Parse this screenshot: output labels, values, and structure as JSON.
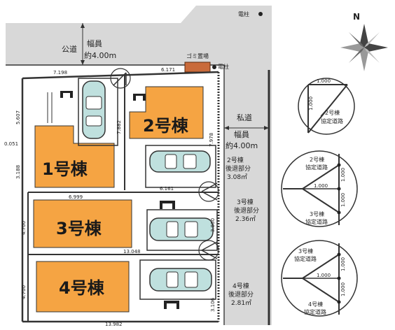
{
  "roads": {
    "public_road_label": "公道",
    "public_width_label": "幅員",
    "public_width_value": "約4.00m",
    "private_road_label": "私道",
    "private_width_label": "幅員",
    "private_width_value": "約4.00m",
    "utility_pole_label": "電柱",
    "garbage_station_label": "ゴミ置場"
  },
  "compass": {
    "north_label": "N"
  },
  "lots": [
    {
      "name": "1号棟"
    },
    {
      "name": "2号棟"
    },
    {
      "name": "3号棟"
    },
    {
      "name": "4号棟"
    }
  ],
  "setbacks": {
    "lot2_line1": "2号棟",
    "lot2_line2": "後退部分",
    "lot2_area": "3.08㎡",
    "lot3_line1": "3号棟",
    "lot3_line2": "後退部分",
    "lot3_area": "2.36㎡",
    "lot4_line1": "4号棟",
    "lot4_line2": "後退部分",
    "lot4_area": "2.81㎡"
  },
  "dimensions": {
    "top_left": "7.198",
    "top_right": "6.171",
    "left_upper": "5.607",
    "left_offset": "0.051",
    "left_lower": "3.188",
    "lot1_inner": "7.882",
    "lot2_side": "7.978",
    "lot1_bottom": "6.999",
    "lot2_bottom": "6.161",
    "lot3_left": "4.700",
    "lot3_bottom": "13.048",
    "lot3_right": "3.800",
    "lot4_left": "4.700",
    "lot4_bottom": "13.982",
    "lot4_right": "3.106"
  },
  "details": [
    {
      "dim_a": "1.000",
      "dim_b": "1.000",
      "label_1": "2号棟",
      "label_2": "協定道路"
    },
    {
      "top_1": "2号棟",
      "top_2": "協定道路",
      "dim_mid": "1.000",
      "dim_r1": "1.000",
      "dim_r2": "1.000",
      "bot_1": "3号棟",
      "bot_2": "協定道路"
    },
    {
      "top_1": "3号棟",
      "top_2": "協定道路",
      "dim_mid": "1.000",
      "dim_r1": "1.000",
      "dim_r2": "1.000",
      "bot_1": "4号棟",
      "bot_2": "協定道路"
    }
  ],
  "colors": {
    "lot_fill": "#f5a443",
    "road_fill": "#d8d8d8",
    "car_fill": "#bfe0de",
    "garbage_fill": "#c96a3a"
  }
}
